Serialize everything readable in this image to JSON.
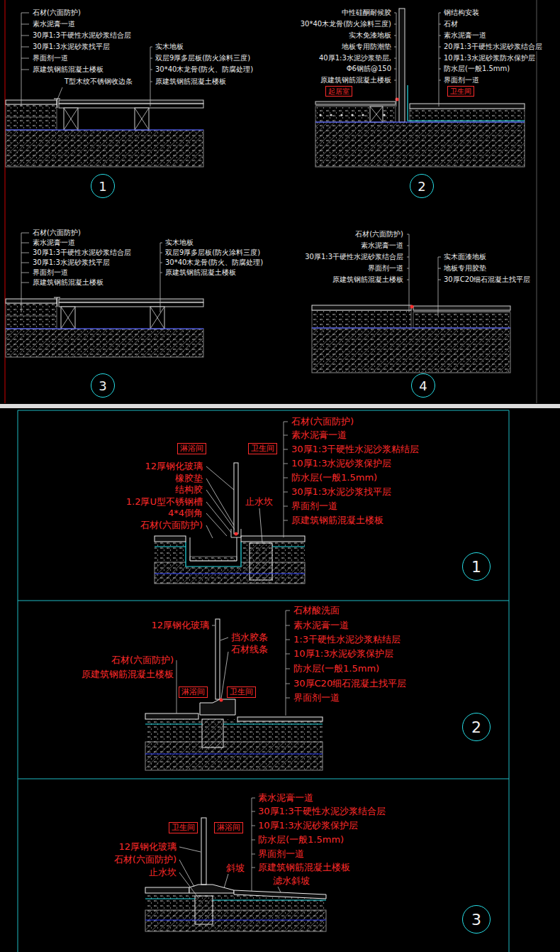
{
  "diagram": {
    "nodes": [
      {
        "text": [
          "起居室"
        ]
      },
      {
        "text": [
          "卫生间"
        ]
      },
      {
        "text": [
          "1"
        ]
      },
      {
        "text": [
          "2"
        ]
      },
      {
        "text": [
          "3"
        ]
      },
      {
        "text": [
          "4"
        ]
      },
      {
        "text": [
          "淋浴间"
        ]
      },
      {
        "text": [
          "卫生间"
        ]
      },
      {
        "text": [
          "1"
        ]
      },
      {
        "text": [
          "淋浴间"
        ]
      },
      {
        "text": [
          "卫生间"
        ]
      },
      {
        "text": [
          "2"
        ]
      },
      {
        "text": [
          "卫生间"
        ]
      },
      {
        "text": [
          "淋浴间"
        ]
      },
      {
        "text": [
          "3"
        ]
      }
    ],
    "labels": [
      "石材(六面防护)",
      "素水泥膏一道",
      "30厚1:3干硬性水泥砂浆结合层",
      "30厚1:3水泥砂浆找平层",
      "界面剂一道",
      "原建筑钢筋混凝土楼板",
      "T型木纹不锈钢收边条",
      "实木地板",
      "双层9厚多层板(防火涂料三度)",
      "30*40木龙骨(防火、防腐处理)",
      "原建筑钢筋混凝土楼板",
      "中性硅酮耐候胶",
      "30*40木龙骨(防火涂料三度)",
      "实木免漆地板",
      "地板专用防潮垫",
      "40厚1:3水泥沙浆垫层,",
      "Φ6钢筋@150",
      "原建筑钢筋混凝土楼板",
      "钢结构安装",
      "石材",
      "素水泥膏一道",
      "20厚1:3干硬性水泥砂浆结合层",
      "10厚1:3水泥砂浆防水保护层",
      "防水层(一般1.5mm)",
      "界面剂一道",
      "石材(六面防护)",
      "素水泥膏一道",
      "30厚1:3干硬性水泥砂浆结合层",
      "30厚1:3水泥砂浆找平层",
      "界面剂一道",
      "原建筑钢筋混凝土楼板",
      "实木地板",
      "双层9厚多层板(防火涂料三度)",
      "30*40木龙骨(防火、防腐处理)",
      "原建筑钢筋混凝土楼板",
      "石材(六面防护)",
      "素水泥膏一道",
      "30厚1:3干硬性水泥砂浆结合层",
      "界面剂一道",
      "原建筑钢筋混凝土楼板",
      "实木面漆地板",
      "地板专用胶垫",
      "30厚C20细石混凝土找平层",
      "12厚钢化玻璃",
      "橡胶垫",
      "结构胶",
      "1.2厚U型不锈钢槽",
      "4*4倒角",
      "石材(六面防护)",
      "石材(六面防护)",
      "素水泥膏一道",
      "30厚1:3干硬性水泥沙浆粘结层",
      "10厚1:3水泥砂浆保护层",
      "防水层(一般1.5mm)",
      "30厚1:3水泥沙浆找平层",
      "界面剂一道",
      "原建筑钢筋混凝土楼板",
      "止水坎",
      "石材酸洗面",
      "素水泥膏一道",
      "1:3干硬性水泥沙浆粘结层",
      "10厚1:3水泥砂浆保护层",
      "防水层(一般1.5mm)",
      "30厚C20细石混凝土找平层",
      "界面剂一道",
      "12厚钢化玻璃",
      "挡水胶条",
      "石材线条",
      "石材(六面防护)",
      "原建筑钢筋混凝土楼板",
      "素水泥膏一道",
      "30厚1:3干硬性水泥沙浆结合层",
      "10厚1:3水泥砂浆保护层",
      "防水层(一般1.5mm)",
      "界面剂一道",
      "原建筑钢筋混凝土楼板",
      "滤水斜坡",
      "12厚钢化玻璃",
      "石材(六面防护)",
      "止水坎",
      "斜坡"
    ]
  }
}
